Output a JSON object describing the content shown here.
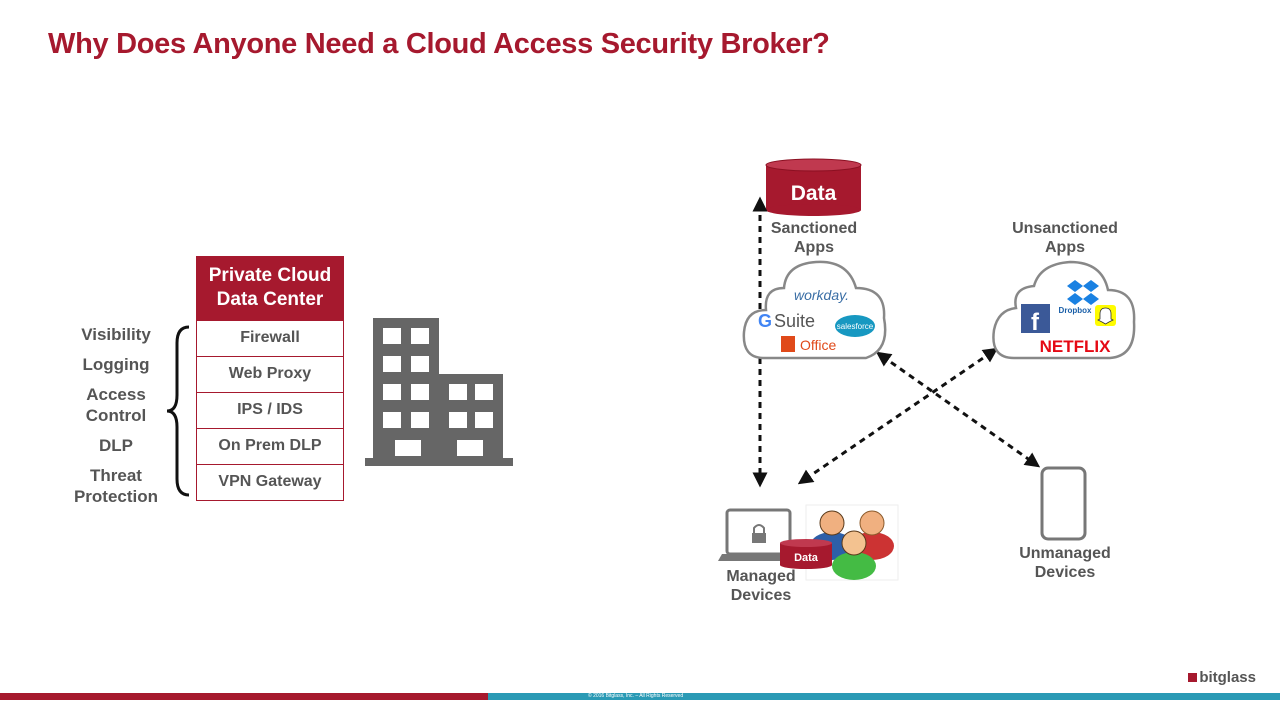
{
  "slide": {
    "title": "Why Does Anyone Need a Cloud Access Security Broker?"
  },
  "capabilities": [
    "Visibility",
    "Logging",
    "Access Control",
    "DLP",
    "Threat Protection"
  ],
  "datacenter": {
    "header": "Private Cloud Data Center",
    "rows": [
      "Firewall",
      "Web Proxy",
      "IPS / IDS",
      "On Prem DLP",
      "VPN Gateway"
    ]
  },
  "diagram": {
    "data_label": "Data",
    "sanctioned_label": "Sanctioned Apps",
    "unsanctioned_label": "Unsanctioned Apps",
    "managed_label": "Managed Devices",
    "unmanaged_label": "Unmanaged Devices",
    "small_data_label": "Data",
    "sanctioned_apps": [
      "workday.",
      "Suite",
      "salesforce",
      "Office"
    ],
    "unsanctioned_apps": [
      "Dropbox",
      "NETFLIX"
    ]
  },
  "footer": {
    "copyright": "© 2016 Bitglass, Inc. – All Rights Reserved",
    "brand": "bitglass"
  },
  "colors": {
    "brand_red": "#a6192e",
    "accent_teal": "#2a9ab5",
    "text_gray": "#555555",
    "icon_gray": "#666666"
  }
}
